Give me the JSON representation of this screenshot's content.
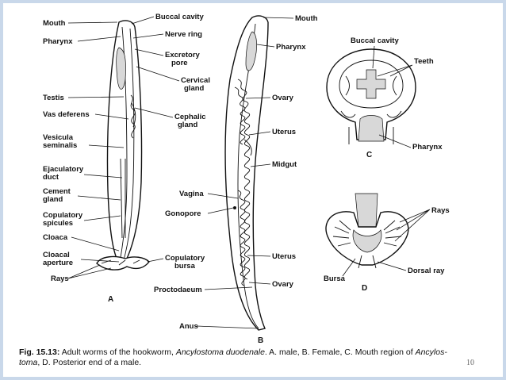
{
  "panel_a": {
    "labels": {
      "mouth": "Mouth",
      "buccal_cavity": "Buccal cavity",
      "pharynx": "Pharynx",
      "nerve_ring": "Nerve ring",
      "excretory_pore": "Excretory\npore",
      "cervical_gland": "Cervical\ngland",
      "testis": "Testis",
      "vas_deferens": "Vas deferens",
      "cephalic_gland": "Cephalic\ngland",
      "vesicula_seminalis": "Vesicula\nseminalis",
      "ejaculatory_duct": "Ejaculatory\nduct",
      "cement_gland": "Cement\ngland",
      "copulatory_spicules": "Copulatory\nspicules",
      "cloaca": "Cloaca",
      "cloacal_aperture": "Cloacal\naperture",
      "rays": "Rays",
      "copulatory_bursa": "Copulatory\nbursa"
    },
    "letter": "A"
  },
  "panel_b": {
    "labels": {
      "mouth": "Mouth",
      "pharynx": "Pharynx",
      "ovary_top": "Ovary",
      "uterus_top": "Uterus",
      "midgut": "Midgut",
      "vagina": "Vagina",
      "gonopore": "Gonopore",
      "uterus_bottom": "Uterus",
      "ovary_bottom": "Ovary",
      "proctodaeum": "Proctodaeum",
      "anus": "Anus"
    },
    "letter": "B"
  },
  "panel_c": {
    "labels": {
      "buccal_cavity": "Buccal cavity",
      "teeth": "Teeth",
      "pharynx": "Pharynx"
    },
    "letter": "C"
  },
  "panel_d": {
    "labels": {
      "rays": "Rays",
      "dorsal_ray": "Dorsal ray",
      "bursa": "Bursa"
    },
    "letter": "D"
  },
  "caption": {
    "fig_no": "Fig. 15.13:",
    "text_1": " Adult worms of the hookworm, ",
    "species": "Ancylostoma duodenale",
    "text_2": ". A. male, B. Female, C. Mouth region of ",
    "genus_1": "Ancylos-",
    "genus_2": "toma",
    "text_3": ", D. Posterior end of a male."
  },
  "page_number": "10"
}
